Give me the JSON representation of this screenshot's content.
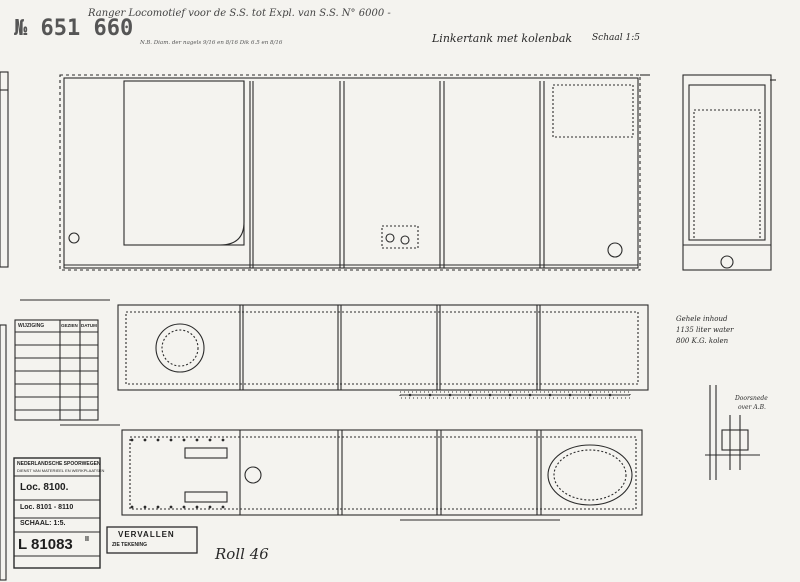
{
  "header": {
    "drawing_number": "№ 651 660",
    "title_line": "Ranger Locomotief voor de S.S. tot Expl. van S.S. N° 6000 -",
    "subtitle": "Linkertank met kolenbak",
    "scale": "Schaal 1:5",
    "note_small": "N.B. Diam. der nagels 9/16 en 8/16   Dik 6.5 en 8/16"
  },
  "revisions": {
    "heading_left": "WIJZIGING",
    "heading_mid": "GEZIEN",
    "heading_right": "DATUM"
  },
  "title_block": {
    "org_line1": "NEDERLANDSCHE SPOORWEGEN",
    "org_line2": "DIENST VAN MATERIEEL EN WERKPLAATSEN",
    "loc_label": "Loc. 8100.",
    "loc_range": "Loc. 8101 - 8110",
    "scale": "SCHAAL: 1:5.",
    "drawing_id": "L 81083",
    "drawing_suffix": "II"
  },
  "stamp": {
    "line1": "VERVALLEN",
    "line2": "ZIE TEKENING"
  },
  "annotations": {
    "roll": "Roll 46",
    "capacity_line1": "Gehele inhoud",
    "capacity_line2": "1135 liter water",
    "capacity_line3": "800 K.G. kolen",
    "detail_label": "Doorsnede",
    "detail_sub": "over A.B."
  },
  "colors": {
    "paper": "#f4f3ef",
    "ink": "#2a2a2a",
    "faint": "#6a6a6a"
  }
}
